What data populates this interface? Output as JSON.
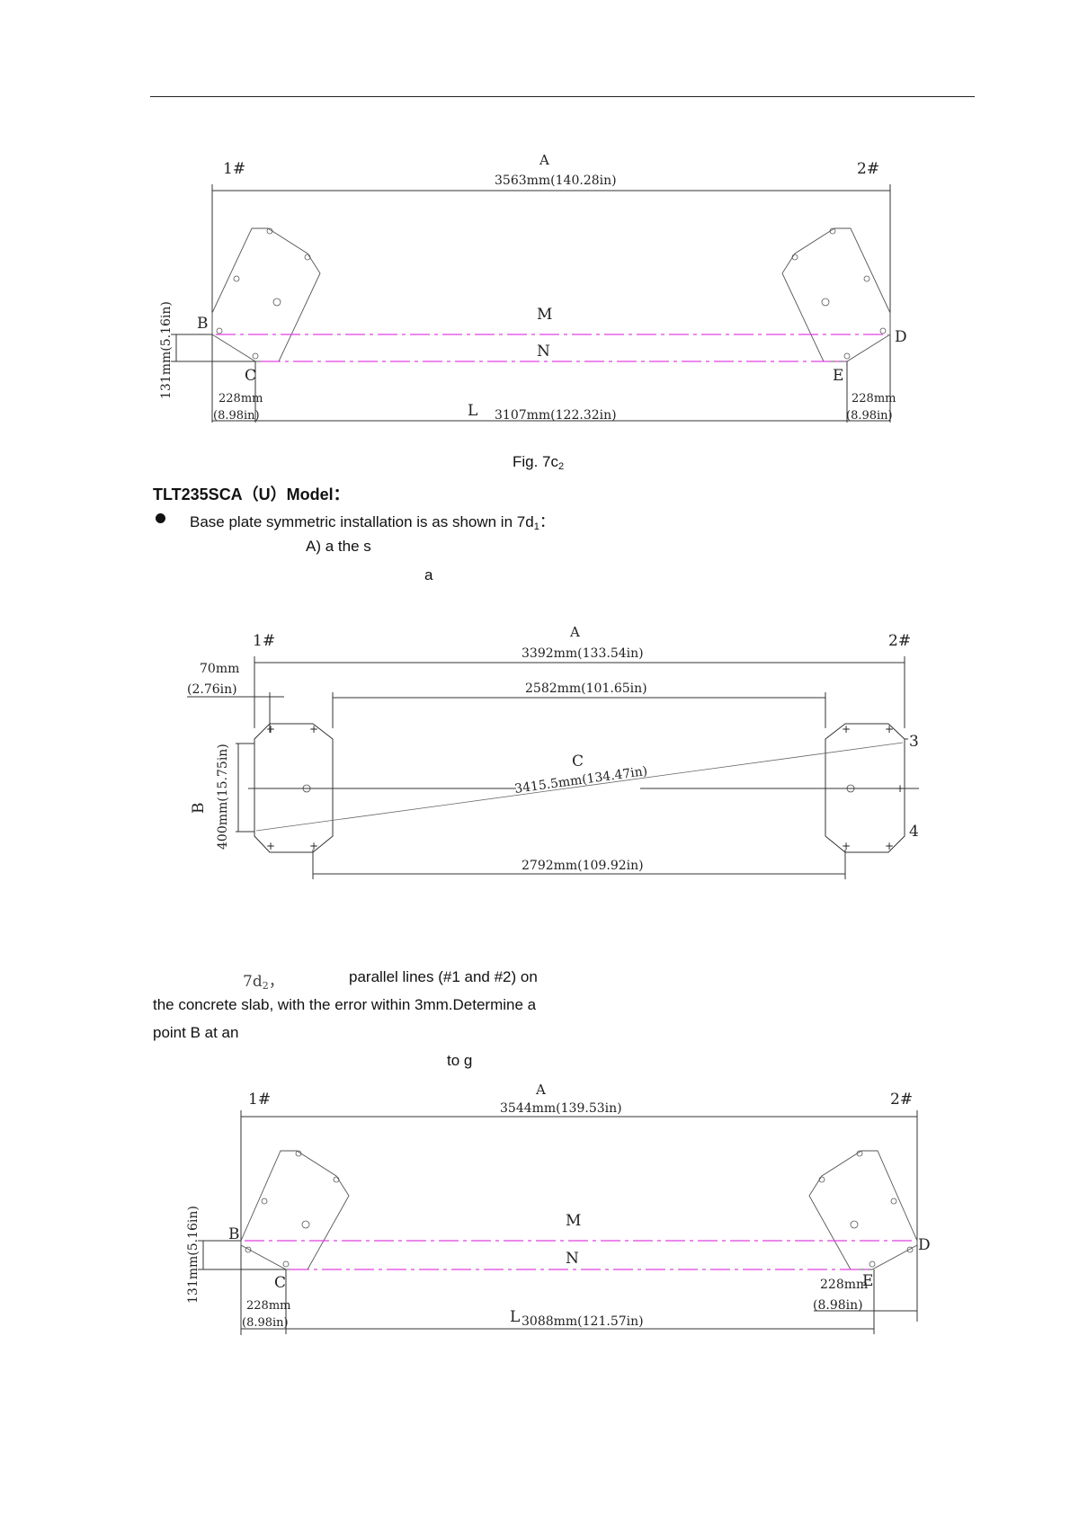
{
  "fig_7c2": {
    "top_left_label": "1#",
    "top_right_label": "2#",
    "dim_A_letter": "A",
    "dim_A": "3563mm(140.28in)",
    "label_B": "B",
    "label_C": "C",
    "label_D": "D",
    "label_E": "E",
    "label_M": "M",
    "label_N": "N",
    "label_L": "L",
    "left_vertical_dim": "131mm(5.16in)",
    "left_offset_mm": "228mm",
    "left_offset_in": "(8.98in)",
    "right_offset_mm": "228mm",
    "right_offset_in": "(8.98in)",
    "bottom_dim": "3107mm(122.32in)",
    "caption_text": "Fig. 7c",
    "caption_sub": "2"
  },
  "section": {
    "heading": "TLT235SCA（U）Model：",
    "bullet_text": "Base plate symmetric installation is as shown in 7d",
    "bullet_sub": "1",
    "bullet_tail": "：",
    "fragment_line1": "A)  a    the         s",
    "fragment_line2": "a"
  },
  "fig_7d1": {
    "top_left_label": "1#",
    "top_right_label": "2#",
    "dim_A_letter": "A",
    "dim_A": "3392mm(133.54in)",
    "offset_mm": "70mm",
    "offset_in": "(2.76in)",
    "inner_dim": "2582mm(101.65in)",
    "label_C": "C",
    "diagonal_dim": "3415.5mm(134.47in)",
    "label_B": "B",
    "vertical_dim": "400mm(15.75in)",
    "label_3": "3",
    "label_4": "4",
    "bottom_dim": "2792mm(109.92in)"
  },
  "para": {
    "ref_text": "7d",
    "ref_sub": "2",
    "ref_comma": "，",
    "line1_tail": "parallel lines (#1 and #2) on",
    "line2": "the concrete slab, with the error within 3mm.Determine a",
    "line3": "point B at an",
    "line4": "to g"
  },
  "fig_7d2": {
    "top_left_label": "1#",
    "top_right_label": "2#",
    "dim_A_letter": "A",
    "dim_A": "3544mm(139.53in)",
    "label_B": "B",
    "label_C": "C",
    "label_D": "D",
    "label_E": "E",
    "label_M": "M",
    "label_N": "N",
    "label_L": "L",
    "left_vertical_dim": "131mm(5.16in)",
    "left_offset_mm": "228mm",
    "left_offset_in": "(8.98in)",
    "right_offset_mm": "228mm",
    "right_offset_in": "(8.98in)",
    "bottom_dim": "3088mm(121.57in)"
  },
  "colors": {
    "magenta": "#e040e0",
    "line": "#333333"
  }
}
